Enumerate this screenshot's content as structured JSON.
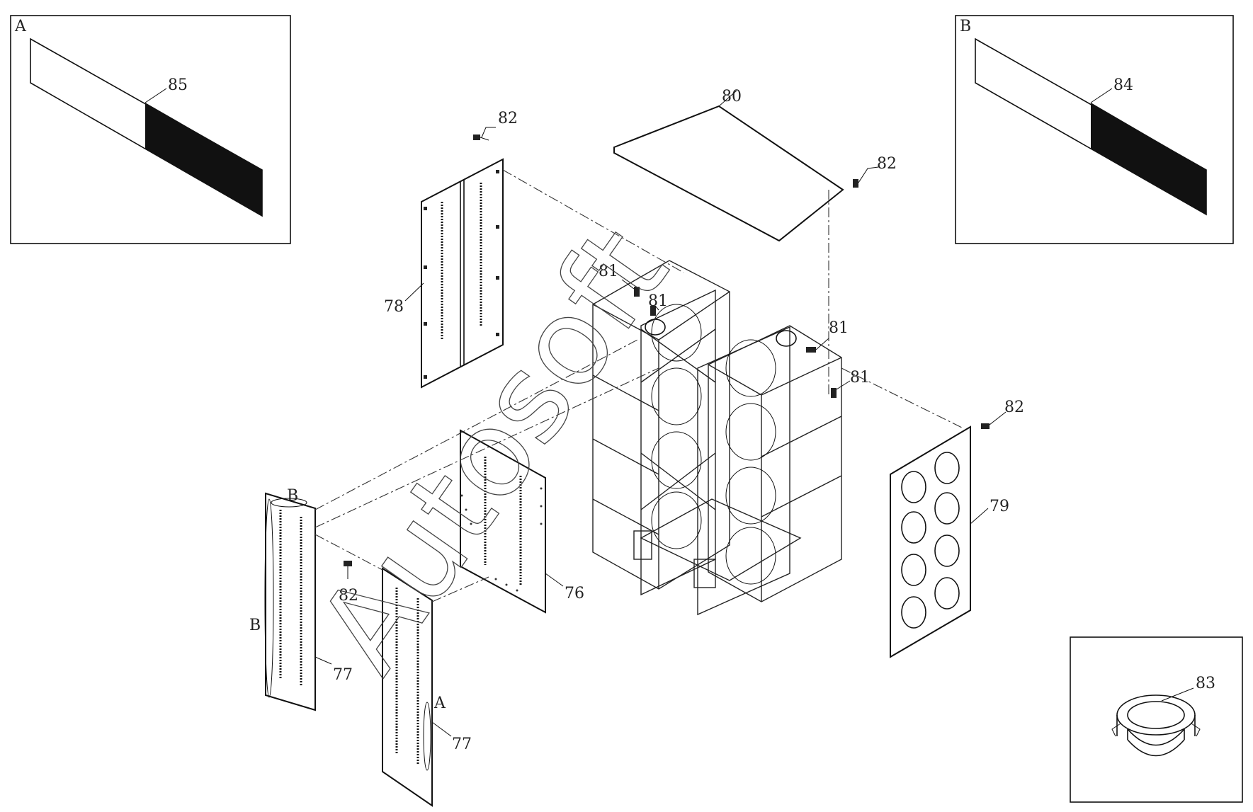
{
  "labels": {
    "inset_a_letter": "A",
    "inset_b_letter": "B",
    "part_85": "85",
    "part_84": "84",
    "part_83": "83",
    "part_82_top": "82",
    "part_82_right_top": "82",
    "part_82_right": "82",
    "part_82_left": "82",
    "part_80": "80",
    "part_81_a": "81",
    "part_81_b": "81",
    "part_81_c": "81",
    "part_81_d": "81",
    "part_78": "78",
    "part_79": "79",
    "part_76": "76",
    "part_77_a": "77",
    "part_77_b": "77",
    "panel_b_top": "B",
    "panel_b_side": "B",
    "panel_a_side": "A"
  },
  "watermark": "Autosoft"
}
